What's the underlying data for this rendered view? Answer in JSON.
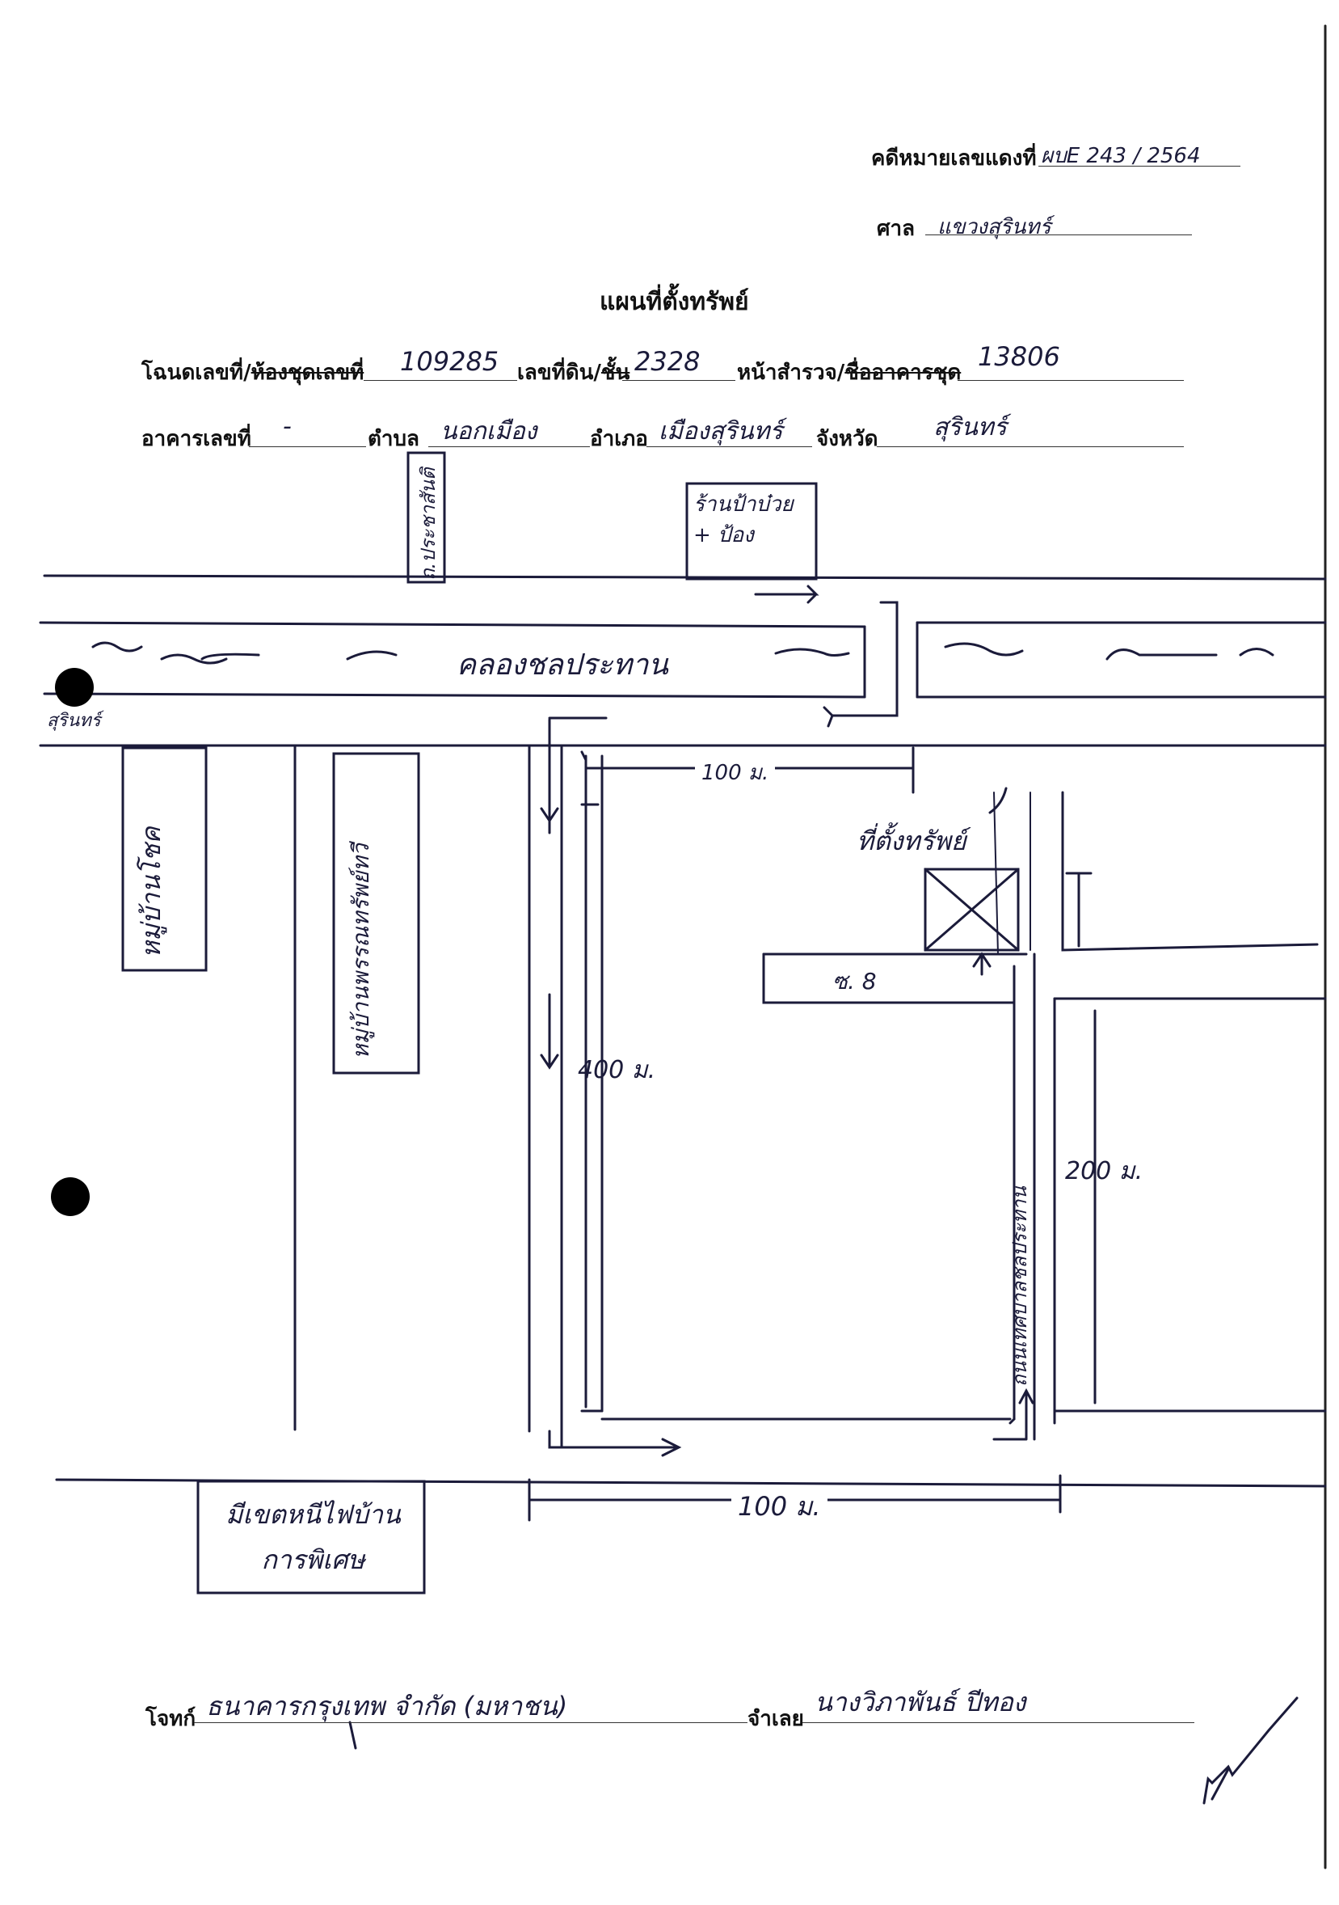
{
  "header": {
    "case_label": "คดีหมายเลขแดงที่",
    "case_value": "ผบE 243 / 2564",
    "court_label": "ศาล",
    "court_value": "แขวงสุรินทร์"
  },
  "title": "แผนที่ตั้งทรัพย์",
  "deed": {
    "label": "โฉนดเลขที่/",
    "label_struck": "ห้องชุดเลขที่",
    "value": "109285",
    "land_label": "เลขที่ดิน/",
    "land_label_struck": "ชั้น",
    "land_value": "2328",
    "survey_label": "หน้าสำรวจ/",
    "survey_label_struck": "ชื่ออาคารชุด",
    "survey_value": "13806"
  },
  "location": {
    "building_label": "อาคารเลขที่",
    "building_value": "-",
    "subdistrict_label": "ตำบล",
    "subdistrict_value": "นอกเมือง",
    "district_label": "อำเภอ",
    "district_value": "เมืองสุรินทร์",
    "province_label": "จังหวัด",
    "province_value": "สุรินทร์"
  },
  "map": {
    "road_top_left": "ถ.ประชาสันติ",
    "shop_box": "ร้านป้าบ๋วย + ป้อง",
    "canal": "คลองชลประทาน",
    "surin_label": "สุรินทร์",
    "village_left": "หมู่บ้านโชค",
    "village_mid": "หมู่บ้านพรรณทรัพย์ทวี",
    "dist_top": "100 ม.",
    "property_label": "ที่ตั้งทรัพย์",
    "soi_label": "ซ. 8",
    "dist_vertical": "400 ม.",
    "dist_right": "200 ม.",
    "road_right": "ถนนเทศบาลชลประทาน",
    "dist_bottom": "100 ม.",
    "bottom_box": "มีเขตหนีไฟบ้าน การพิเศษ"
  },
  "footer": {
    "plaintiff_label": "โจทก์",
    "plaintiff_value": "ธนาคารกรุงเทพ จำกัด (มหาชน)",
    "defendant_label": "จำเลย",
    "defendant_value": "นางวิภาพันธ์ ปีทอง"
  },
  "colors": {
    "ink": "#1b1b3a",
    "print": "#111111"
  }
}
